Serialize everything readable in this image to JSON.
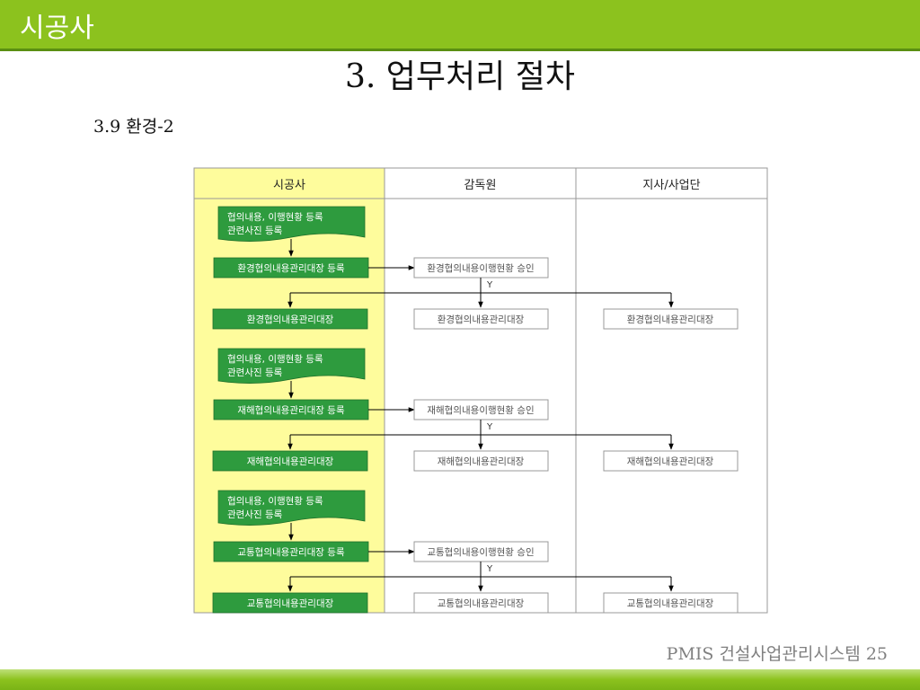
{
  "header": {
    "label": "시공사"
  },
  "title": "3. 업무처리 절차",
  "section": "3.9 환경-2",
  "footer": "PMIS 건설사업관리시스템 25",
  "colors": {
    "accent": "#8cc21e",
    "box_green": "#2e9b3e",
    "lane_highlight": "#fefc9c"
  },
  "lanes": [
    "시공사",
    "감독원",
    "지사/사업단"
  ],
  "flows": [
    {
      "doc": [
        "협의내용, 이행현황 등록",
        "관련사진 등록"
      ],
      "register": "환경협의내용관리대장 등록",
      "approve": "환경협의내용이행현황 승인",
      "yes": "Y",
      "ledger_contractor": "환경협의내용관리대장",
      "ledger_supervisor": "환경협의내용관리대장",
      "ledger_branch": "환경협의내용관리대장"
    },
    {
      "doc": [
        "협의내용, 이행현황 등록",
        "관련사진 등록"
      ],
      "register": "재해협의내용관리대장 등록",
      "approve": "재해협의내용이행현황 승인",
      "yes": "Y",
      "ledger_contractor": "재해협의내용관리대장",
      "ledger_supervisor": "재해협의내용관리대장",
      "ledger_branch": "재해협의내용관리대장"
    },
    {
      "doc": [
        "협의내용, 이행현황 등록",
        "관련사진 등록"
      ],
      "register": "교통협의내용관리대장 등록",
      "approve": "교통협의내용이행현황 승인",
      "yes": "Y",
      "ledger_contractor": "교통협의내용관리대장",
      "ledger_supervisor": "교통협의내용관리대장",
      "ledger_branch": "교통협의내용관리대장"
    }
  ]
}
